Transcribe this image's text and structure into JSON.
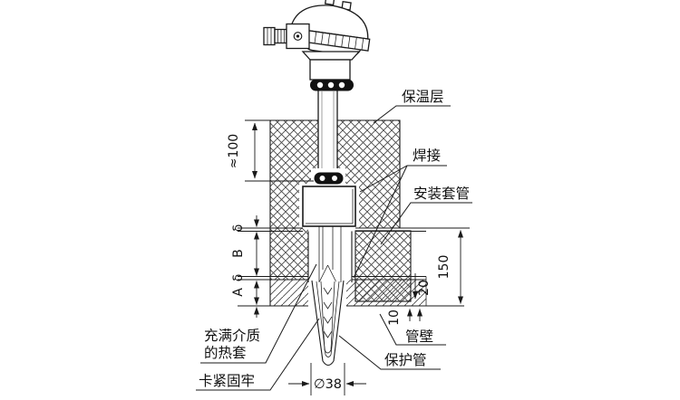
{
  "diagram": {
    "type": "technical-installation-drawing",
    "subject": "thermocouple-mounted-through-insulated-pipe-wall",
    "colors": {
      "line": "#1a1a1a",
      "background": "#ffffff",
      "fill_dark": "#111111"
    },
    "labels": {
      "insulation": "保温层",
      "weld": "焊接",
      "mounting_sleeve": "安装套管",
      "medium_sleeve_l1": "充满介质",
      "medium_sleeve_l2": "的热套",
      "clamp": "卡紧固牢",
      "pipe_wall": "管壁",
      "protection_tube": "保护管"
    },
    "dimensions": {
      "insertion_depth": "≈100",
      "delta_top": "δ",
      "span_b": "B",
      "delta_bottom": "δ",
      "span_a": "A",
      "sleeve_height": "150",
      "protrusion": "20",
      "wall_thickness": "10",
      "tube_diameter": "∅38"
    }
  }
}
